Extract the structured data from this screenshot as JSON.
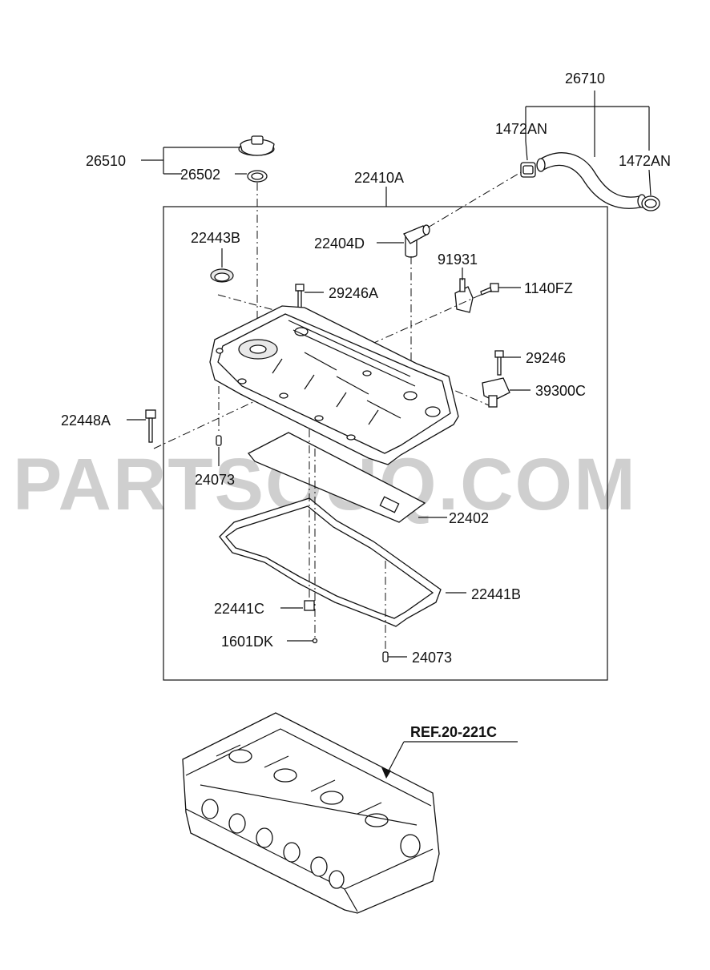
{
  "watermark": "PARTSOUQ.COM",
  "labels": {
    "l26710": "26710",
    "l1472an_left": "1472AN",
    "l1472an_right": "1472AN",
    "l26510": "26510",
    "l26502": "26502",
    "l22410a": "22410A",
    "l22443b": "22443B",
    "l22404d": "22404D",
    "l91931": "91931",
    "l29246a": "29246A",
    "l1140fz": "1140FZ",
    "l29246": "29246",
    "l39300c": "39300C",
    "l22448a": "22448A",
    "l24073_top": "24073",
    "l22402": "22402",
    "l22441b": "22441B",
    "l22441c": "22441C",
    "l1601dk": "1601DK",
    "l24073_bottom": "24073",
    "ref": "REF.20-221C"
  }
}
